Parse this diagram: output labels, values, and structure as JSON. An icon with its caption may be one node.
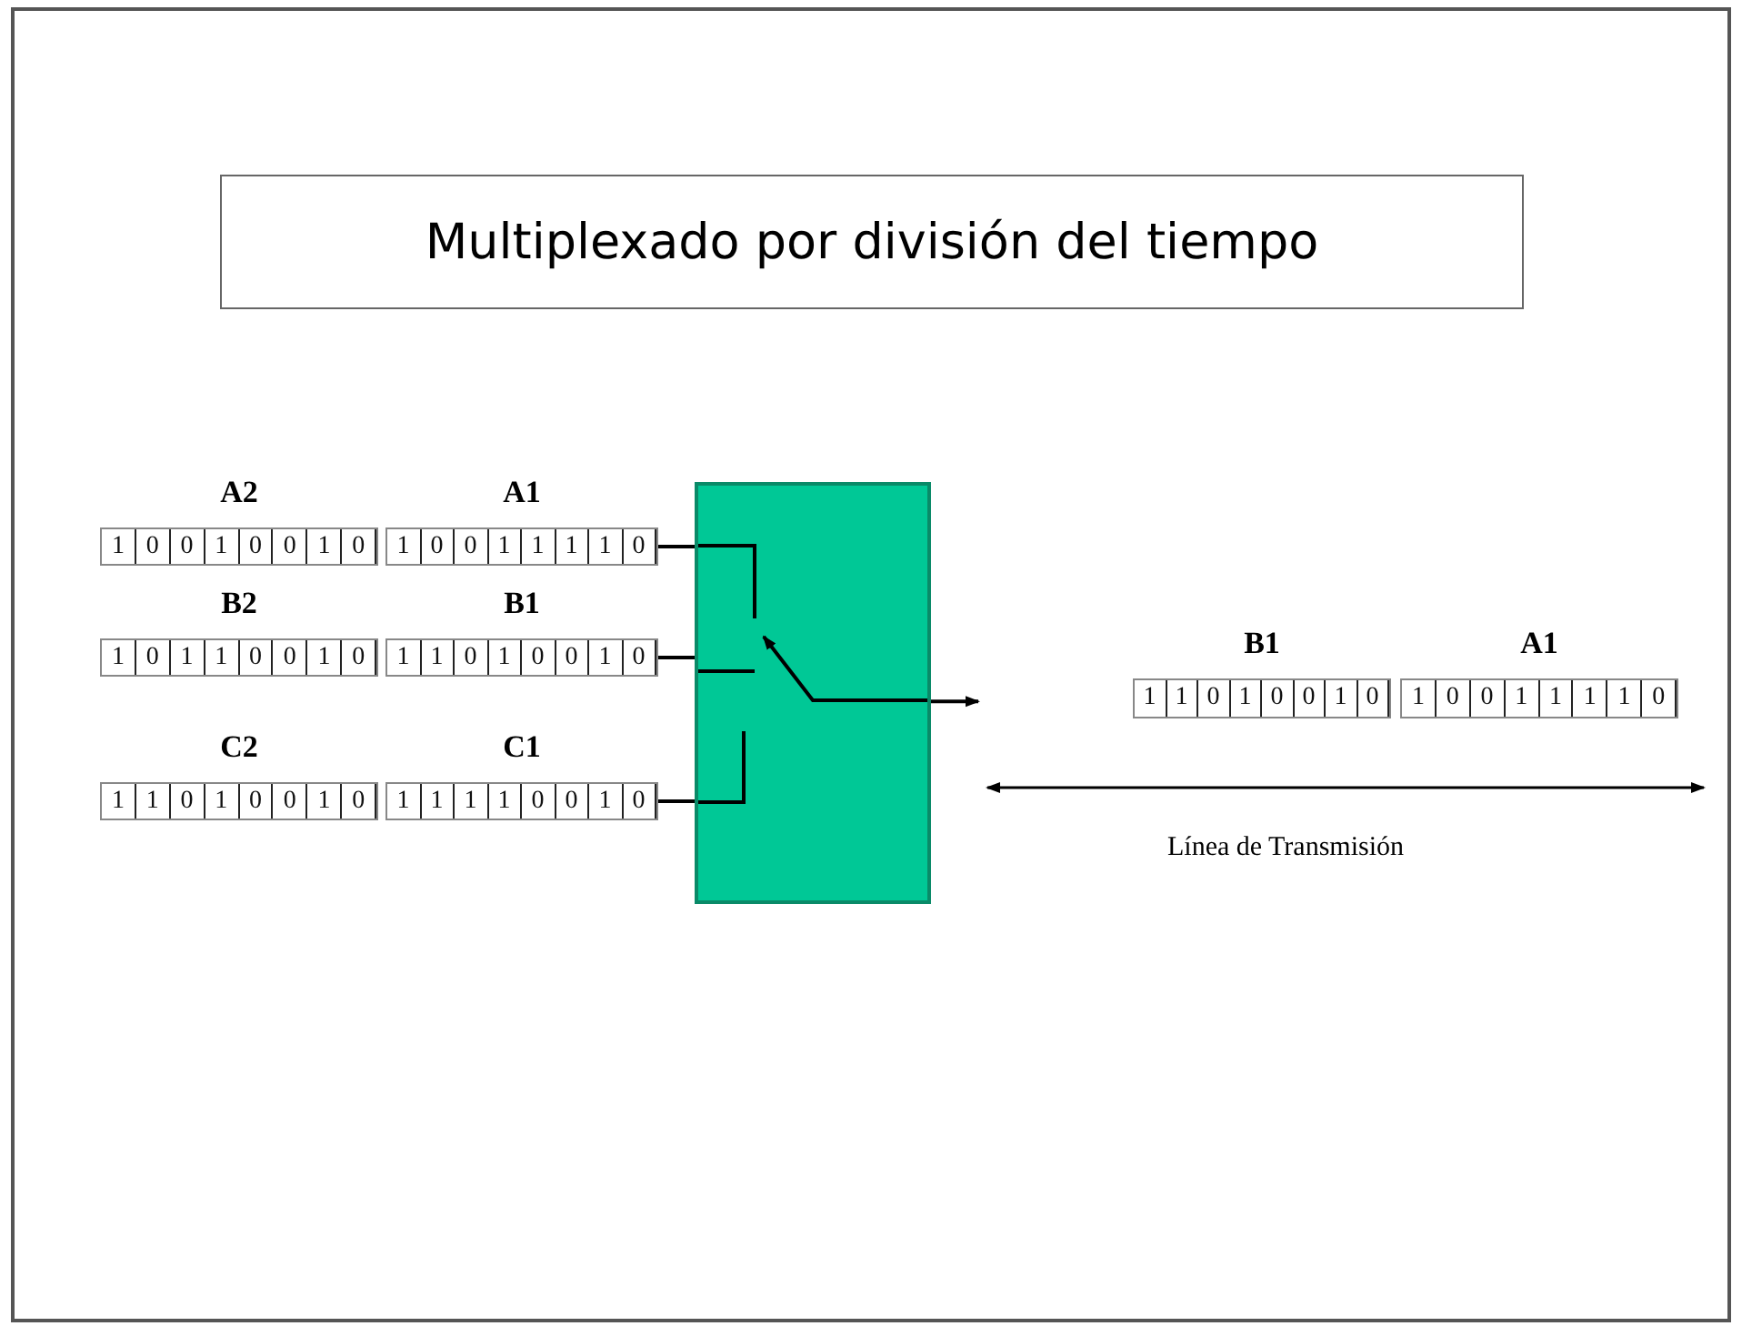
{
  "diagram": {
    "title": "Multiplexado por división del tiempo",
    "nodes": [
      {
        "text": [
          "1",
          "0",
          "0",
          "1",
          "0",
          "0",
          "1",
          "0"
        ],
        "beside": [
          "A2"
        ]
      },
      {
        "text": [
          "1",
          "0",
          "0",
          "1",
          "1",
          "1",
          "1",
          "0"
        ],
        "beside": [
          "A1"
        ]
      },
      {
        "text": [
          "1",
          "0",
          "1",
          "1",
          "0",
          "0",
          "1",
          "0"
        ],
        "beside": [
          "B2"
        ]
      },
      {
        "text": [
          "1",
          "1",
          "0",
          "1",
          "0",
          "0",
          "1",
          "0"
        ],
        "beside": [
          "B1"
        ]
      },
      {
        "text": [
          "1",
          "1",
          "0",
          "1",
          "0",
          "0",
          "1",
          "0"
        ],
        "beside": [
          "C2"
        ]
      },
      {
        "text": [
          "1",
          "1",
          "1",
          "1",
          "0",
          "0",
          "1",
          "0"
        ],
        "beside": [
          "C1"
        ]
      },
      {
        "text": [],
        "shape": "box"
      },
      {
        "text": [
          "1",
          "1",
          "0",
          "1",
          "0",
          "0",
          "1",
          "0"
        ],
        "beside": [
          "B1"
        ]
      },
      {
        "text": [
          "1",
          "0",
          "0",
          "1",
          "1",
          "1",
          "1",
          "0"
        ],
        "beside": [
          "A1"
        ]
      }
    ],
    "edges": [
      {
        "from": 1,
        "to": 6,
        "arrow": "none"
      },
      {
        "from": 3,
        "to": 6,
        "arrow": "none"
      },
      {
        "from": 5,
        "to": 6,
        "arrow": "none"
      },
      {
        "from": 6,
        "to": null,
        "arrow": "to"
      }
    ],
    "labels": [
      "Línea de Transmisión"
    ]
  }
}
